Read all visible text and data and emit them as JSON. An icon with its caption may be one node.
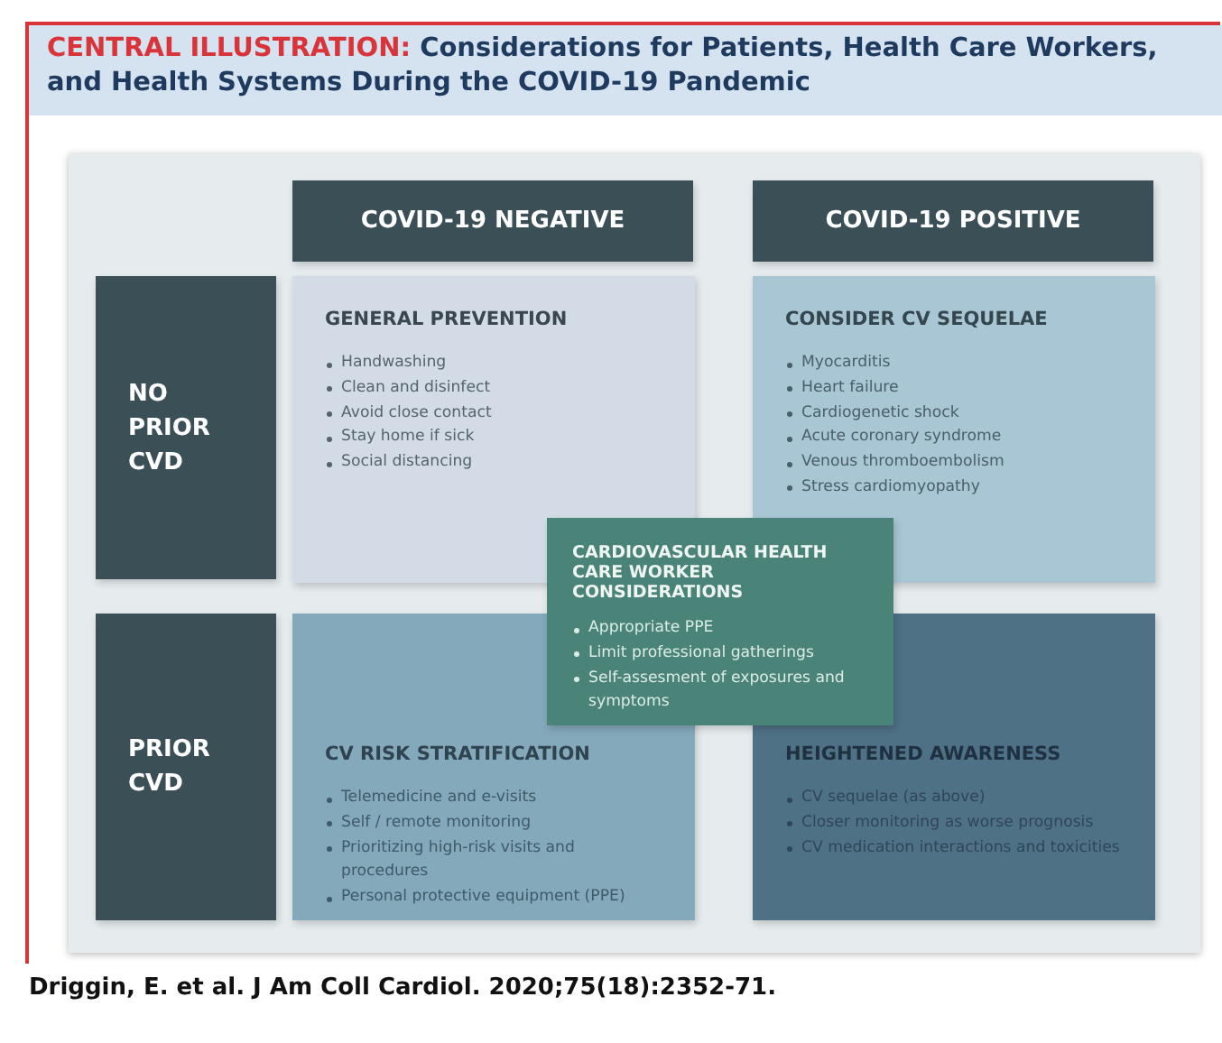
{
  "diagram": {
    "title": "CENTRAL ILLUSTRATION: Considerations for Patients, Health Care Workers, and Health Systems During the COVID-19 Pandemic",
    "caption": "Driggin, E. et al. J Am Coll Cardiol. 2020;75(18):2352-71.",
    "nodes": [
      {
        "text": [
          "COVID-19 NEGATIVE"
        ]
      },
      {
        "text": [
          "COVID-19 POSITIVE"
        ]
      },
      {
        "text": [
          "NO PRIOR CVD"
        ]
      },
      {
        "text": [
          "GENERAL PREVENTION",
          "Handwashing",
          "Clean and disinfect",
          "Avoid close contact",
          "Stay home if sick",
          "Social distancing"
        ]
      },
      {
        "text": [
          "CONSIDER CV SEQUELAE",
          "Myocarditis",
          "Heart failure",
          "Cardiogenetic shock",
          "Acute coronary syndrome",
          "Venous thromboembolism",
          "Stress cardiomyopathy"
        ]
      },
      {
        "text": [
          "CARDIOVASCULAR HEALTH CARE WORKER CONSIDERATIONS",
          "Appropriate PPE",
          "Limit professional gatherings",
          "Self-assesment of exposures and symptoms"
        ]
      },
      {
        "text": [
          "PRIOR CVD"
        ]
      },
      {
        "text": [
          "CV RISK STRATIFICATION",
          "Telemedicine and e-visits",
          "Self / remote monitoring",
          "Prioritizing high-risk visits and procedures",
          "Personal protective equipment (PPE)"
        ]
      },
      {
        "text": [
          "HEIGHTENED AWARENESS",
          "CV sequelae (as above)",
          "Closer monitoring as worse prognosis",
          "CV medication interactions and toxicities"
        ]
      }
    ]
  }
}
